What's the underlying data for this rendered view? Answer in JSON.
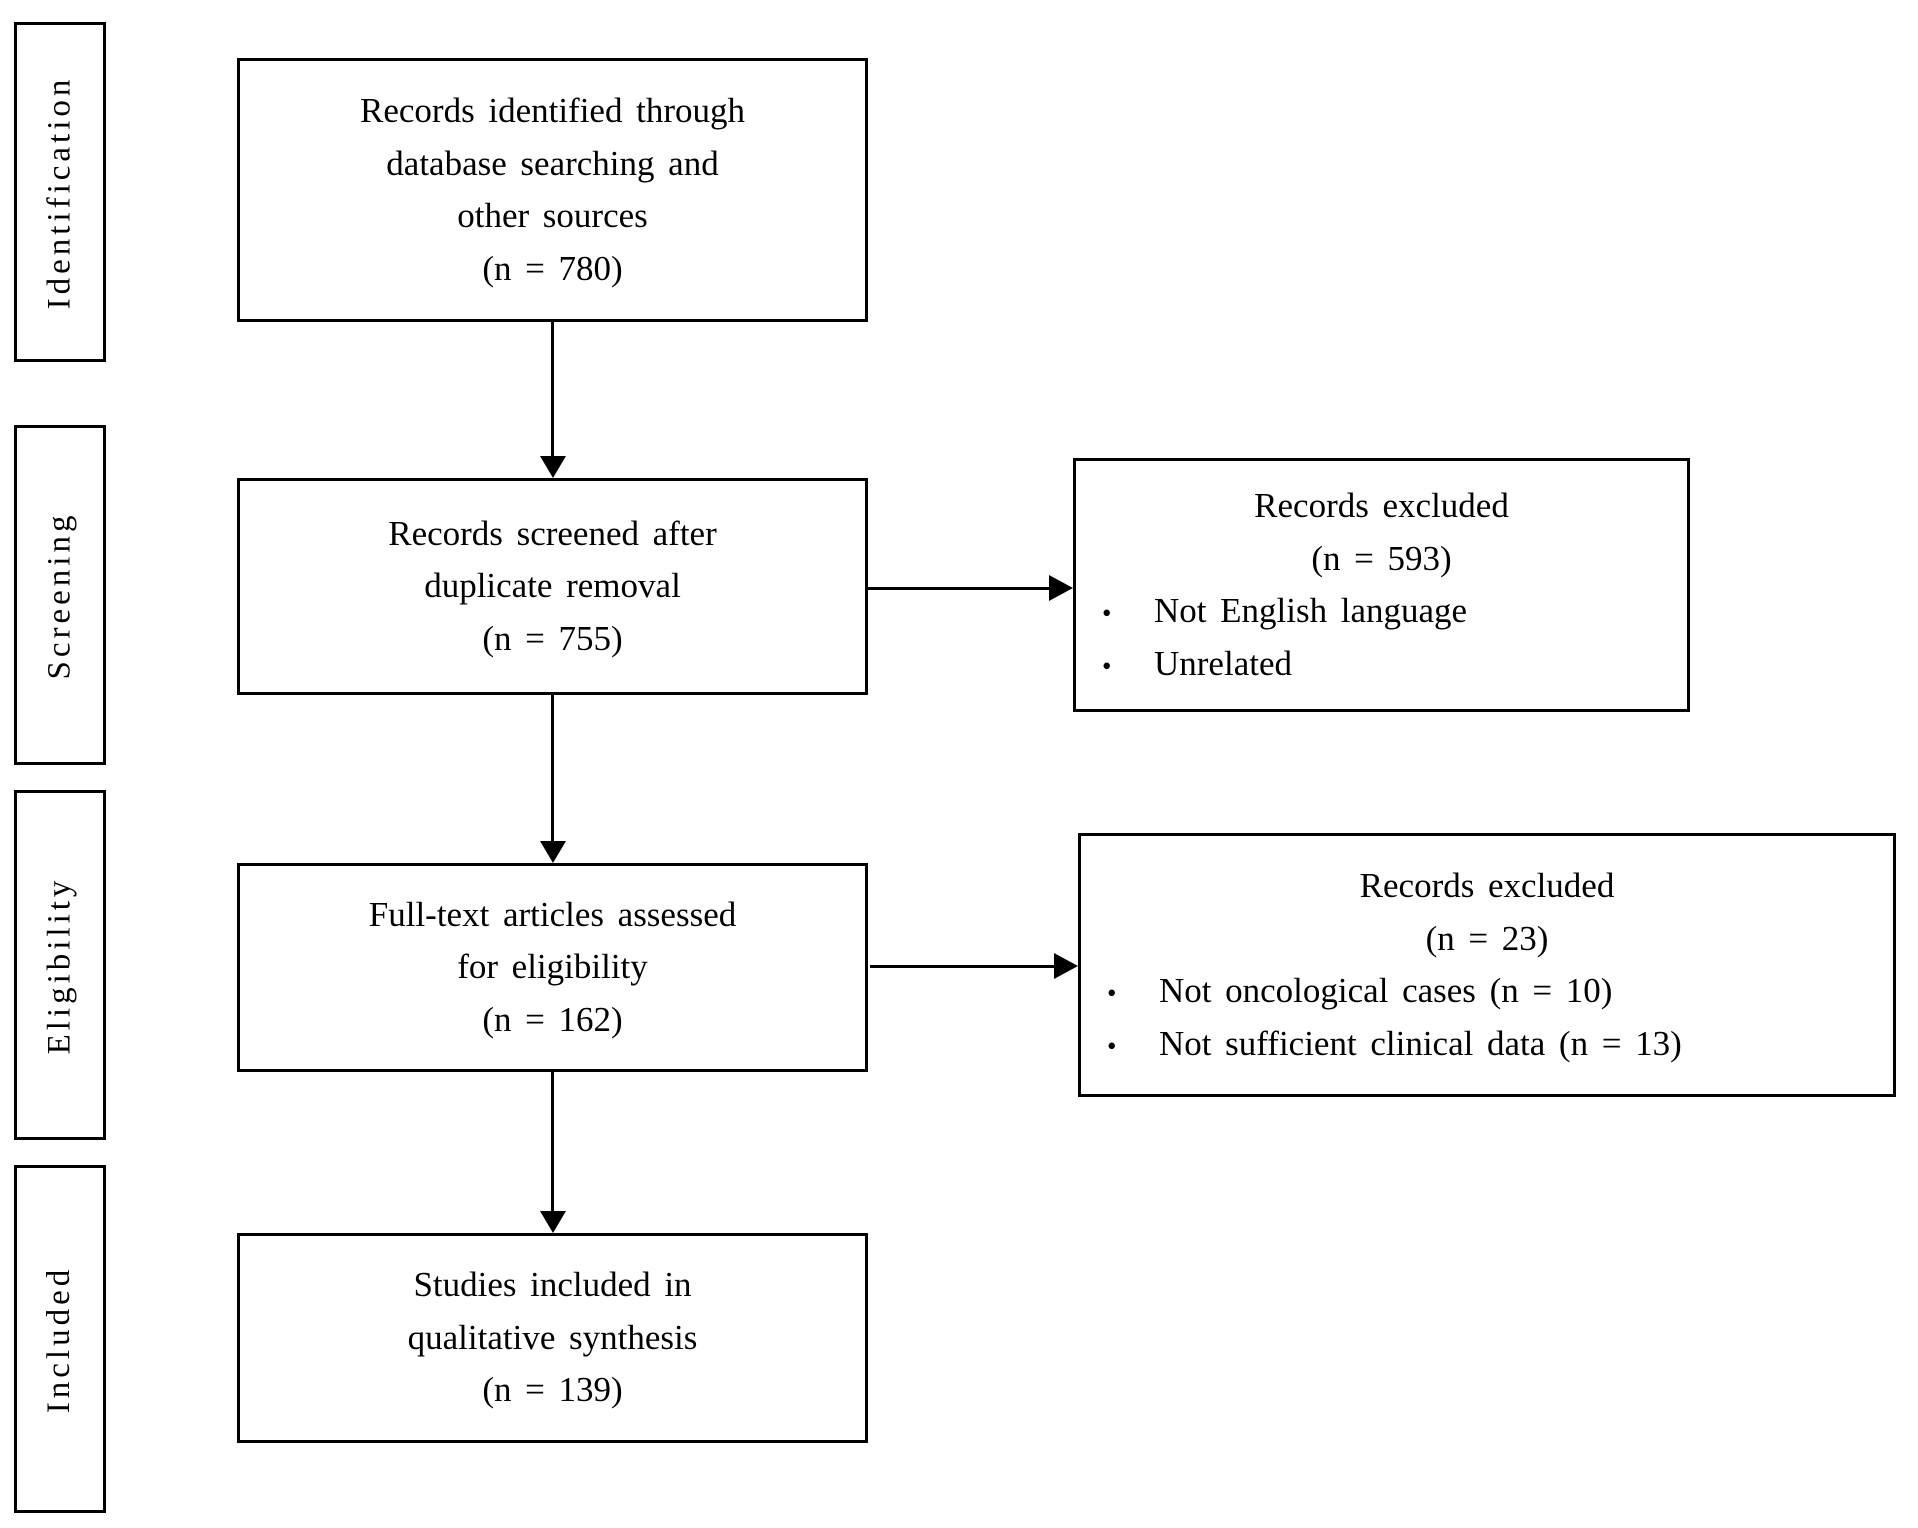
{
  "diagram": {
    "bullet_glyph": "•",
    "colors": {
      "border": "#000000",
      "text": "#000000",
      "background": "#ffffff"
    },
    "stage_labels": [
      "Identification",
      "Screening",
      "Eligibility",
      "Included"
    ],
    "flow_boxes": [
      {
        "lines": [
          "Records identified through",
          "database searching and",
          "other sources",
          "(n = 780)"
        ]
      },
      {
        "lines": [
          "Records screened after",
          "duplicate removal",
          "(n = 755)"
        ]
      },
      {
        "lines": [
          "Full-text articles assessed",
          "for eligibility",
          "(n = 162)"
        ]
      },
      {
        "lines": [
          "Studies included in",
          "qualitative synthesis",
          "(n = 139)"
        ]
      }
    ],
    "exclusion_boxes": [
      {
        "title": "Records excluded",
        "count": "(n = 593)",
        "bullets": [
          "Not English language",
          "Unrelated"
        ]
      },
      {
        "title": "Records excluded",
        "count": "(n = 23)",
        "bullets": [
          "Not oncological cases (n = 10)",
          "Not sufficient clinical data (n = 13)"
        ]
      }
    ]
  }
}
